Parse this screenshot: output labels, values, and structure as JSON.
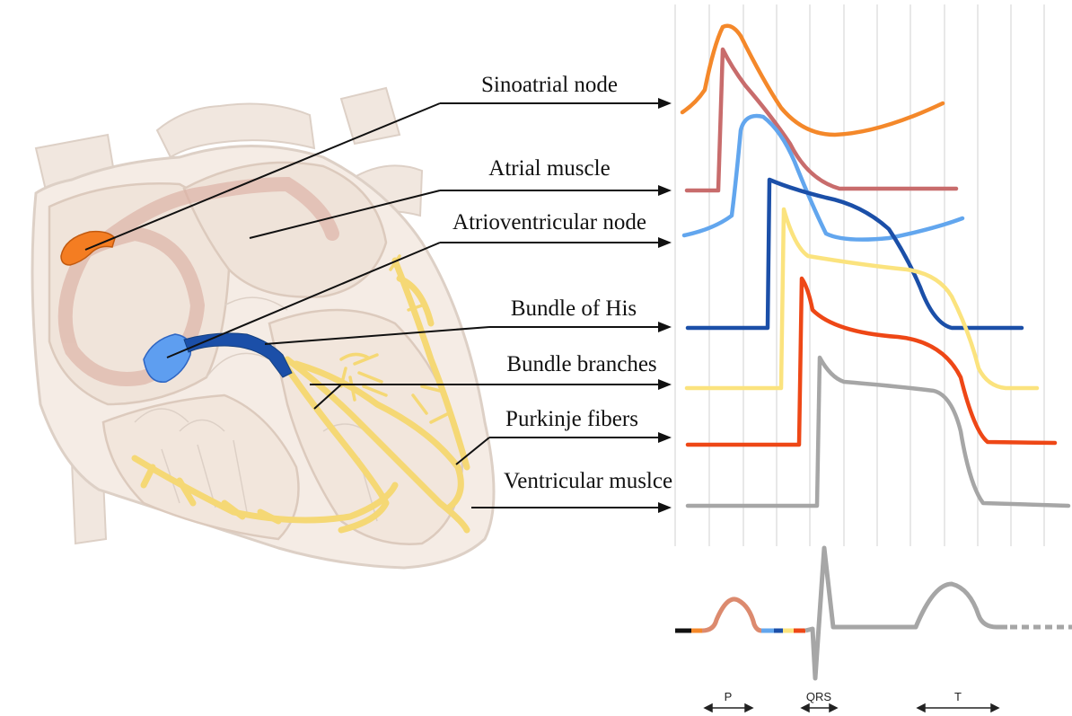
{
  "labels": {
    "sinoatrial_node": "Sinoatrial node",
    "atrial_muscle": "Atrial muscle",
    "atrioventricular_node": "Atrioventricular node",
    "bundle_of_his": "Bundle of His",
    "bundle_branches": "Bundle branches",
    "purkinje_fibers": "Purkinje fibers",
    "ventricular_muscle": "Ventricular muslce"
  },
  "ecg": {
    "p_label": "P",
    "qrs_label": "QRS",
    "t_label": "T"
  },
  "colors": {
    "sinoatrial": "#f4882a",
    "sinoatrial_dark": "#c86c6c",
    "atrial": "#62a6ee",
    "av_node": "#1b4fa8",
    "bundle_branches": "#fbe37e",
    "purkinje": "#ee4716",
    "ventricular": "#a6a6a6",
    "p_wave": "#dc8a6e",
    "heart_fill": "#f4ebe3",
    "heart_outline": "#ddd0c6",
    "conduction_pathway": "#f5d875",
    "muscle_tract": "#dcb0a4"
  }
}
